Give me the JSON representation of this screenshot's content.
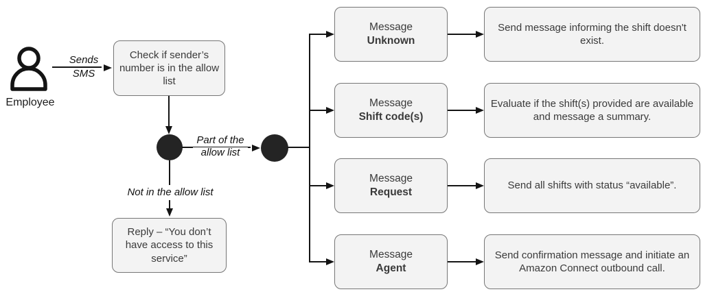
{
  "colors": {
    "box_fill": "#f3f3f3",
    "box_border": "#757575",
    "text": "#3a3a3a",
    "line": "#141414",
    "circle_fill": "#242424"
  },
  "actor": {
    "label": "Employee"
  },
  "edge_labels": {
    "sends_sms_line1": "Sends",
    "sends_sms_line2": "SMS",
    "part_of_line1": "Part of the",
    "part_of_line2": "allow list",
    "not_in_list": "Not in the allow list"
  },
  "nodes": {
    "check": "Check if sender’s number is in the allow list",
    "reply": "Reply – “You don’t have access to this service”"
  },
  "branches": [
    {
      "type_label": "Message",
      "type_value": "Unknown",
      "action": "Send message informing the shift doesn't exist."
    },
    {
      "type_label": "Message",
      "type_value": "Shift code(s)",
      "action": "Evaluate if the shift(s) provided are available and message a summary."
    },
    {
      "type_label": "Message",
      "type_value": "Request",
      "action": "Send all shifts with status “available”."
    },
    {
      "type_label": "Message",
      "type_value": "Agent",
      "action": "Send confirmation message and initiate an Amazon Connect outbound call."
    }
  ]
}
